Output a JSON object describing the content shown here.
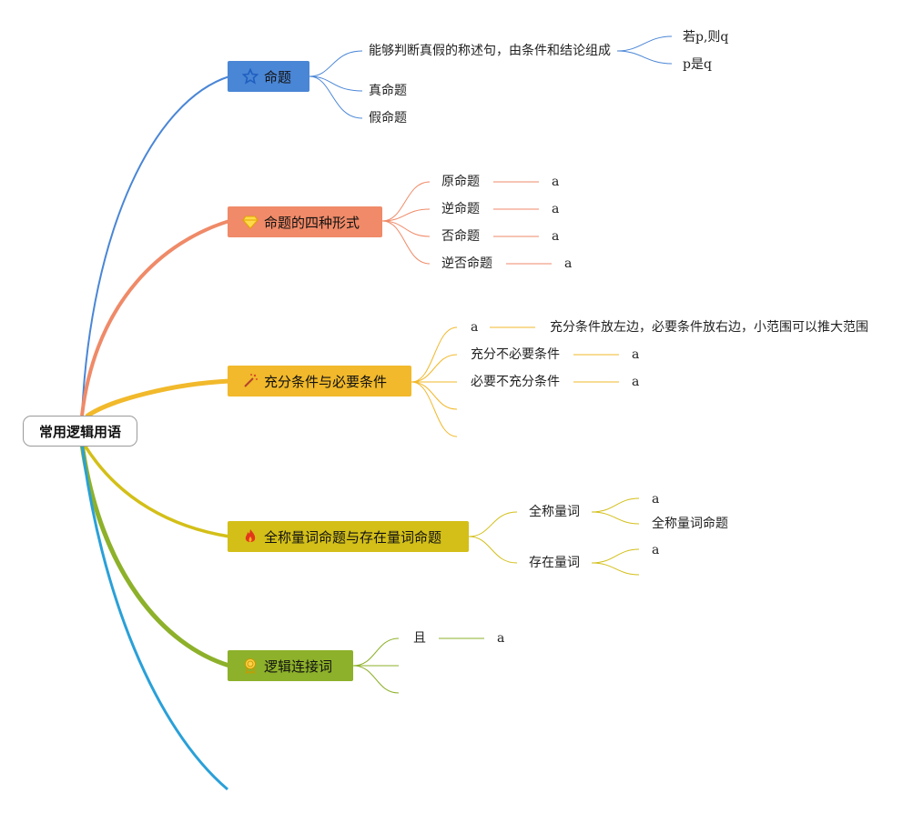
{
  "root": {
    "label": "常用逻辑用语"
  },
  "colors": {
    "blue": "#4a86d6",
    "orange": "#ef8a68",
    "yellow": "#f1b92b",
    "olive": "#d3bf18",
    "green": "#8db12a",
    "cyan": "#2aa0d8"
  },
  "branches": [
    {
      "label": "命题",
      "icon": "star-icon",
      "color": "#4a86d6",
      "children": [
        {
          "label": "能够判断真假的称述句，由条件和结论组成",
          "children": [
            {
              "label": "若p,则q"
            },
            {
              "label": "p是q"
            }
          ]
        },
        {
          "label": "真命题"
        },
        {
          "label": "假命题"
        }
      ]
    },
    {
      "label": "命题的四种形式",
      "icon": "diamond-icon",
      "color": "#ef8a68",
      "children": [
        {
          "label": "原命题",
          "value": "a"
        },
        {
          "label": "逆命题",
          "value": "a"
        },
        {
          "label": "否命题",
          "value": "a"
        },
        {
          "label": "逆否命题",
          "value": "a"
        }
      ]
    },
    {
      "label": "充分条件与必要条件",
      "icon": "magic-wand-icon",
      "color": "#f1b92b",
      "children": [
        {
          "label": "a",
          "value": "充分条件放左边，必要条件放右边，小范围可以推大范围"
        },
        {
          "label": "充分不必要条件",
          "value": "a"
        },
        {
          "label": "必要不充分条件",
          "value": "a"
        },
        {
          "label": ""
        },
        {
          "label": ""
        }
      ]
    },
    {
      "label": "全称量词命题与存在量词命题",
      "icon": "fire-icon",
      "color": "#d3bf18",
      "children": [
        {
          "label": "全称量词",
          "children": [
            {
              "label": "a"
            },
            {
              "label": "全称量词命题"
            }
          ]
        },
        {
          "label": "存在量词",
          "children": [
            {
              "label": "a"
            },
            {
              "label": ""
            }
          ]
        }
      ]
    },
    {
      "label": "逻辑连接词",
      "icon": "award-icon",
      "color": "#8db12a",
      "children": [
        {
          "label": "且",
          "value": "a"
        },
        {
          "label": ""
        },
        {
          "label": ""
        }
      ]
    }
  ]
}
